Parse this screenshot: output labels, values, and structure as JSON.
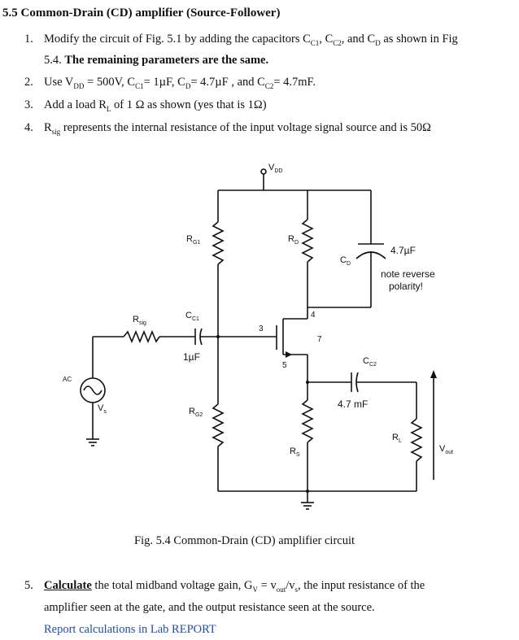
{
  "header": {
    "title": "5.5 Common-Drain (CD) amplifier  (Source-Follower)"
  },
  "steps": [
    {
      "num": "1.",
      "line1": "Modify the circuit of Fig. 5.1 by adding the capacitors  C",
      "line1_c1": "C1",
      "line1_mid": ", C",
      "line1_c2": "C2",
      "line1_and": ", and C",
      "line1_d": "D",
      "line1_end": " as shown in Fig",
      "line2a": "5.4. ",
      "line2b": "The remaining parameters are the same."
    },
    {
      "num": "2.",
      "text": "Use V",
      "vdd_sub": "DD",
      "rest": " = 500V, C",
      "cc1_sub": "C1",
      "rest2": "= 1µF, C",
      "cd_sub": "D",
      "rest3": "= 4.7µF , and C",
      "cc2_sub": "C2",
      "rest4": "= 4.7mF."
    },
    {
      "num": "3.",
      "text": "Add a load R",
      "rl_sub": "L",
      "rest": " of 1 Ω as shown (yes that is 1Ω)"
    },
    {
      "num": "4.",
      "text": "R",
      "rsig_sub": "sig",
      "rest": " represents the internal resistance of the input voltage signal source and is 50Ω"
    }
  ],
  "figure": {
    "vdd": "V",
    "vdd_sub": "DD",
    "rg1": "R",
    "rg1_sub": "G1",
    "rd": "R",
    "rd_sub": "D",
    "cd": "C",
    "cd_sub": "D",
    "cd_value": "4.7µF",
    "note_line1": "note reverse",
    "note_line2": "polarity!",
    "rsig": "R",
    "rsig_sub": "sig",
    "cc1": "C",
    "cc1_sub": "C1",
    "cc1_value": "1µF",
    "node3": "3",
    "node4": "4",
    "node5": "5",
    "node7": "7",
    "cc2": "C",
    "cc2_sub": "C2",
    "cc2_value": "4.7  mF",
    "ac": "AC",
    "vs": "V",
    "vs_sub": "s",
    "rg2": "R",
    "rg2_sub": "G2",
    "rs": "R",
    "rs_sub": "S",
    "rl": "R",
    "rl_sub": "L",
    "vout": "V",
    "vout_sub": "out"
  },
  "caption": "Fig. 5.4 Common-Drain (CD) amplifier  circuit",
  "task": {
    "num": "5.",
    "calc": "Calculate",
    "line1_rest": " the total midband voltage gain, G",
    "gv_sub": "V",
    "eq": " = v",
    "out_sub": "out",
    "eq2": "/v",
    "s_sub": "s",
    "line1_end": ", the input resistance of the",
    "line2": "amplifier seen at the gate, and the output resistance seen at the source.",
    "line3": "Report calculations in Lab REPORT"
  }
}
